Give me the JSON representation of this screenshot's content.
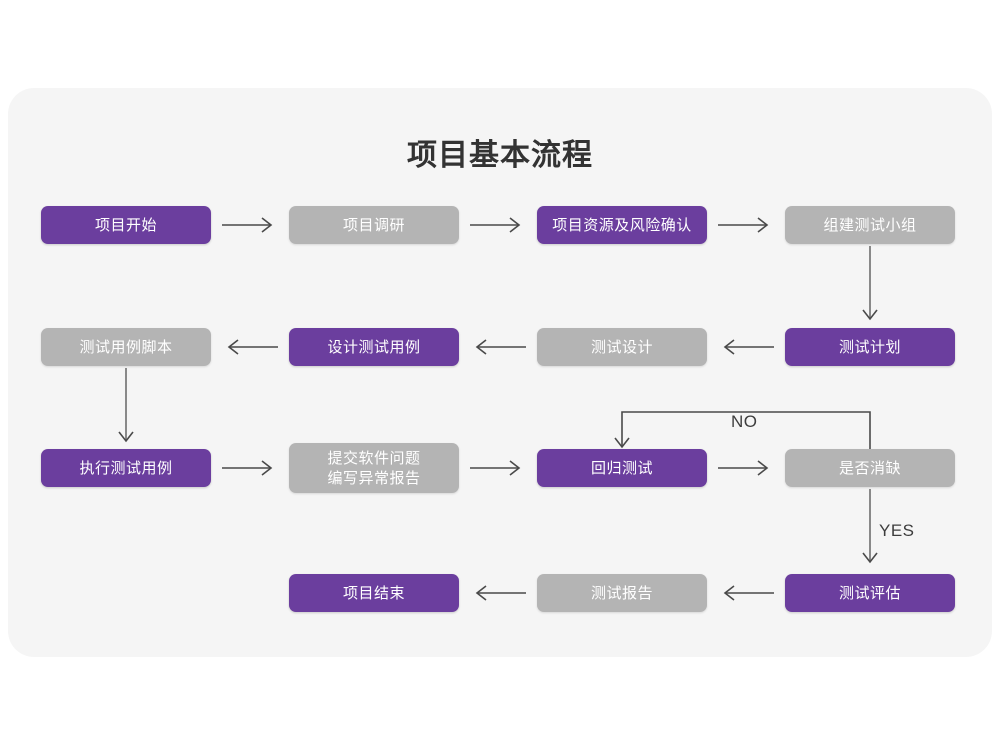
{
  "page": {
    "background": "#ffffff",
    "card_background": "#f5f5f5"
  },
  "title": "项目基本流程",
  "colors": {
    "purple": "#6B3E9E",
    "gray": "#B4B4B4",
    "connector": "#4a4a4a",
    "text_on_node": "#ffffff",
    "title_text": "#333333"
  },
  "nodes": [
    {
      "id": "n1",
      "label": "项目开始",
      "style": "purple",
      "row": 1,
      "col": 1
    },
    {
      "id": "n2",
      "label": "项目调研",
      "style": "gray",
      "row": 1,
      "col": 2
    },
    {
      "id": "n3",
      "label": "项目资源及风险确认",
      "style": "purple",
      "row": 1,
      "col": 3
    },
    {
      "id": "n4",
      "label": "组建测试小组",
      "style": "gray",
      "row": 1,
      "col": 4
    },
    {
      "id": "n5",
      "label": "测试用例脚本",
      "style": "gray",
      "row": 2,
      "col": 1
    },
    {
      "id": "n6",
      "label": "设计测试用例",
      "style": "purple",
      "row": 2,
      "col": 2
    },
    {
      "id": "n7",
      "label": "测试设计",
      "style": "gray",
      "row": 2,
      "col": 3
    },
    {
      "id": "n8",
      "label": "测试计划",
      "style": "purple",
      "row": 2,
      "col": 4
    },
    {
      "id": "n9",
      "label": "执行测试用例",
      "style": "purple",
      "row": 3,
      "col": 1
    },
    {
      "id": "n10",
      "label_line1": "提交软件问题",
      "label_line2": "编写异常报告",
      "style": "gray",
      "row": 3,
      "col": 2
    },
    {
      "id": "n11",
      "label": "回归测试",
      "style": "purple",
      "row": 3,
      "col": 3
    },
    {
      "id": "n12",
      "label": "是否消缺",
      "style": "gray",
      "row": 3,
      "col": 4
    },
    {
      "id": "n13",
      "label": "项目结束",
      "style": "purple",
      "row": 4,
      "col": 2
    },
    {
      "id": "n14",
      "label": "测试报告",
      "style": "gray",
      "row": 4,
      "col": 3
    },
    {
      "id": "n15",
      "label": "测试评估",
      "style": "purple",
      "row": 4,
      "col": 4
    }
  ],
  "edges": [
    {
      "from": "n1",
      "to": "n2",
      "direction": "right",
      "label": ""
    },
    {
      "from": "n2",
      "to": "n3",
      "direction": "right",
      "label": ""
    },
    {
      "from": "n3",
      "to": "n4",
      "direction": "right",
      "label": ""
    },
    {
      "from": "n4",
      "to": "n8",
      "direction": "down",
      "label": ""
    },
    {
      "from": "n8",
      "to": "n7",
      "direction": "left",
      "label": ""
    },
    {
      "from": "n7",
      "to": "n6",
      "direction": "left",
      "label": ""
    },
    {
      "from": "n6",
      "to": "n5",
      "direction": "left",
      "label": ""
    },
    {
      "from": "n5",
      "to": "n9",
      "direction": "down",
      "label": ""
    },
    {
      "from": "n9",
      "to": "n10",
      "direction": "right",
      "label": ""
    },
    {
      "from": "n10",
      "to": "n11",
      "direction": "right",
      "label": ""
    },
    {
      "from": "n11",
      "to": "n12",
      "direction": "right",
      "label": ""
    },
    {
      "from": "n12",
      "to": "n11",
      "direction": "loop-back-up",
      "label": "NO"
    },
    {
      "from": "n12",
      "to": "n15",
      "direction": "down",
      "label": "YES"
    },
    {
      "from": "n15",
      "to": "n14",
      "direction": "left",
      "label": ""
    },
    {
      "from": "n14",
      "to": "n13",
      "direction": "left",
      "label": ""
    }
  ],
  "edge_labels": {
    "no": "NO",
    "yes": "YES"
  }
}
